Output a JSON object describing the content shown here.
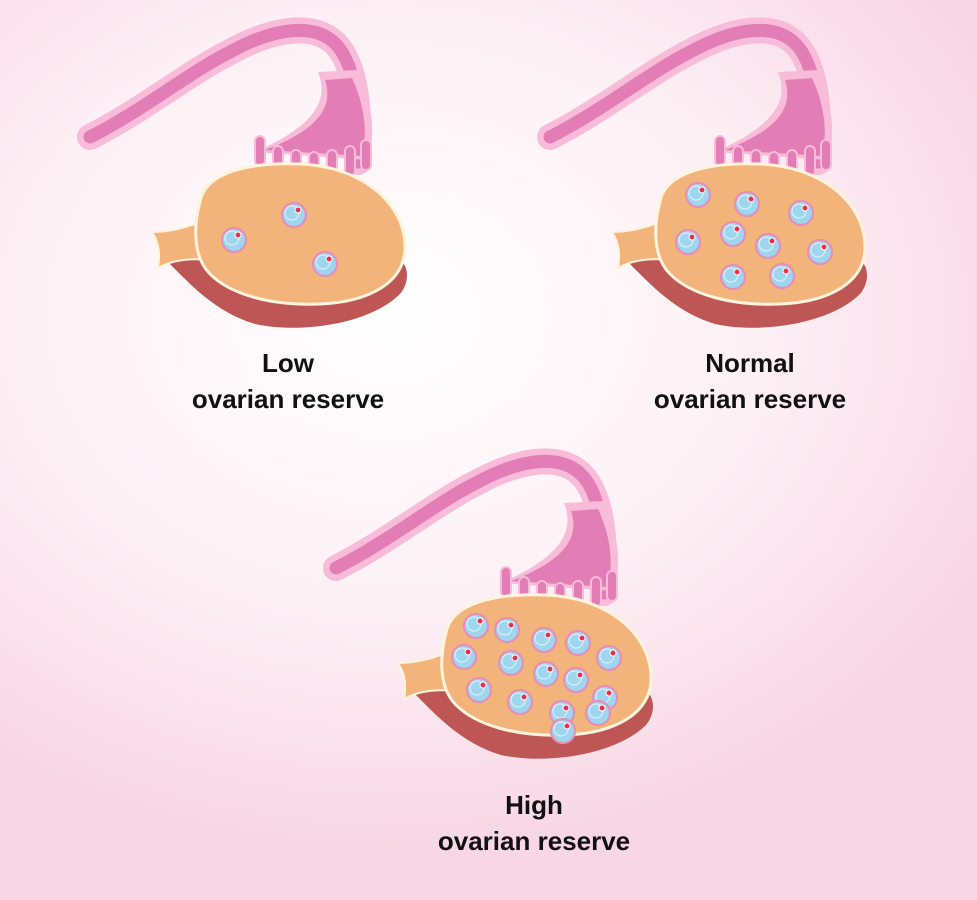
{
  "colors": {
    "ovary_fill": "#f2b47a",
    "ovary_shadow": "#bf5656",
    "ovary_outline": "#fff3dc",
    "tube_outer": "#f8bcd8",
    "tube_inner": "#e37db5",
    "follicle_fill": "#9fd6ef",
    "follicle_ring": "#e58fb8",
    "oocyte": "#e8324c",
    "text": "#111111"
  },
  "panels": [
    {
      "key": "low",
      "line1": "Low",
      "line2": "ovarian reserve",
      "follicle_count": 3
    },
    {
      "key": "normal",
      "line1": "Normal",
      "line2": "ovarian reserve",
      "follicle_count": 9
    },
    {
      "key": "high",
      "line1": "High",
      "line2": "ovarian reserve",
      "follicle_count": 15
    }
  ]
}
